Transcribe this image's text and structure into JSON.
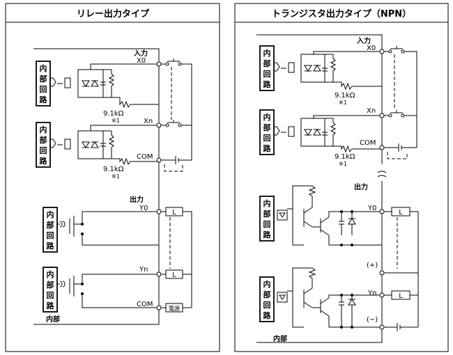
{
  "relay_panel": {
    "title": "リレー出力タイプ",
    "input_label": "入力",
    "x0": "X0",
    "xn": "Xn",
    "com": "COM",
    "resistor": "9.1kΩ",
    "note": "※1",
    "output_label": "出力",
    "y0": "Y0",
    "yn": "Yn",
    "com_out": "COM",
    "load": "L",
    "power": "電源",
    "internal": "内部",
    "circuit_chars": [
      "内",
      "部",
      "回",
      "路"
    ]
  },
  "transistor_panel": {
    "title": "トランジスタ出力タイプ（NPN）",
    "input_label": "入力",
    "x0": "X0",
    "xn": "Xn",
    "com": "COM",
    "resistor": "9.1kΩ",
    "note": "※1",
    "output_label": "出力",
    "y0": "Y0",
    "yn": "Yn",
    "plus": "(+)",
    "minus": "(−)",
    "load": "L",
    "internal": "内部",
    "circuit_chars": [
      "内",
      "部",
      "回",
      "路"
    ]
  }
}
